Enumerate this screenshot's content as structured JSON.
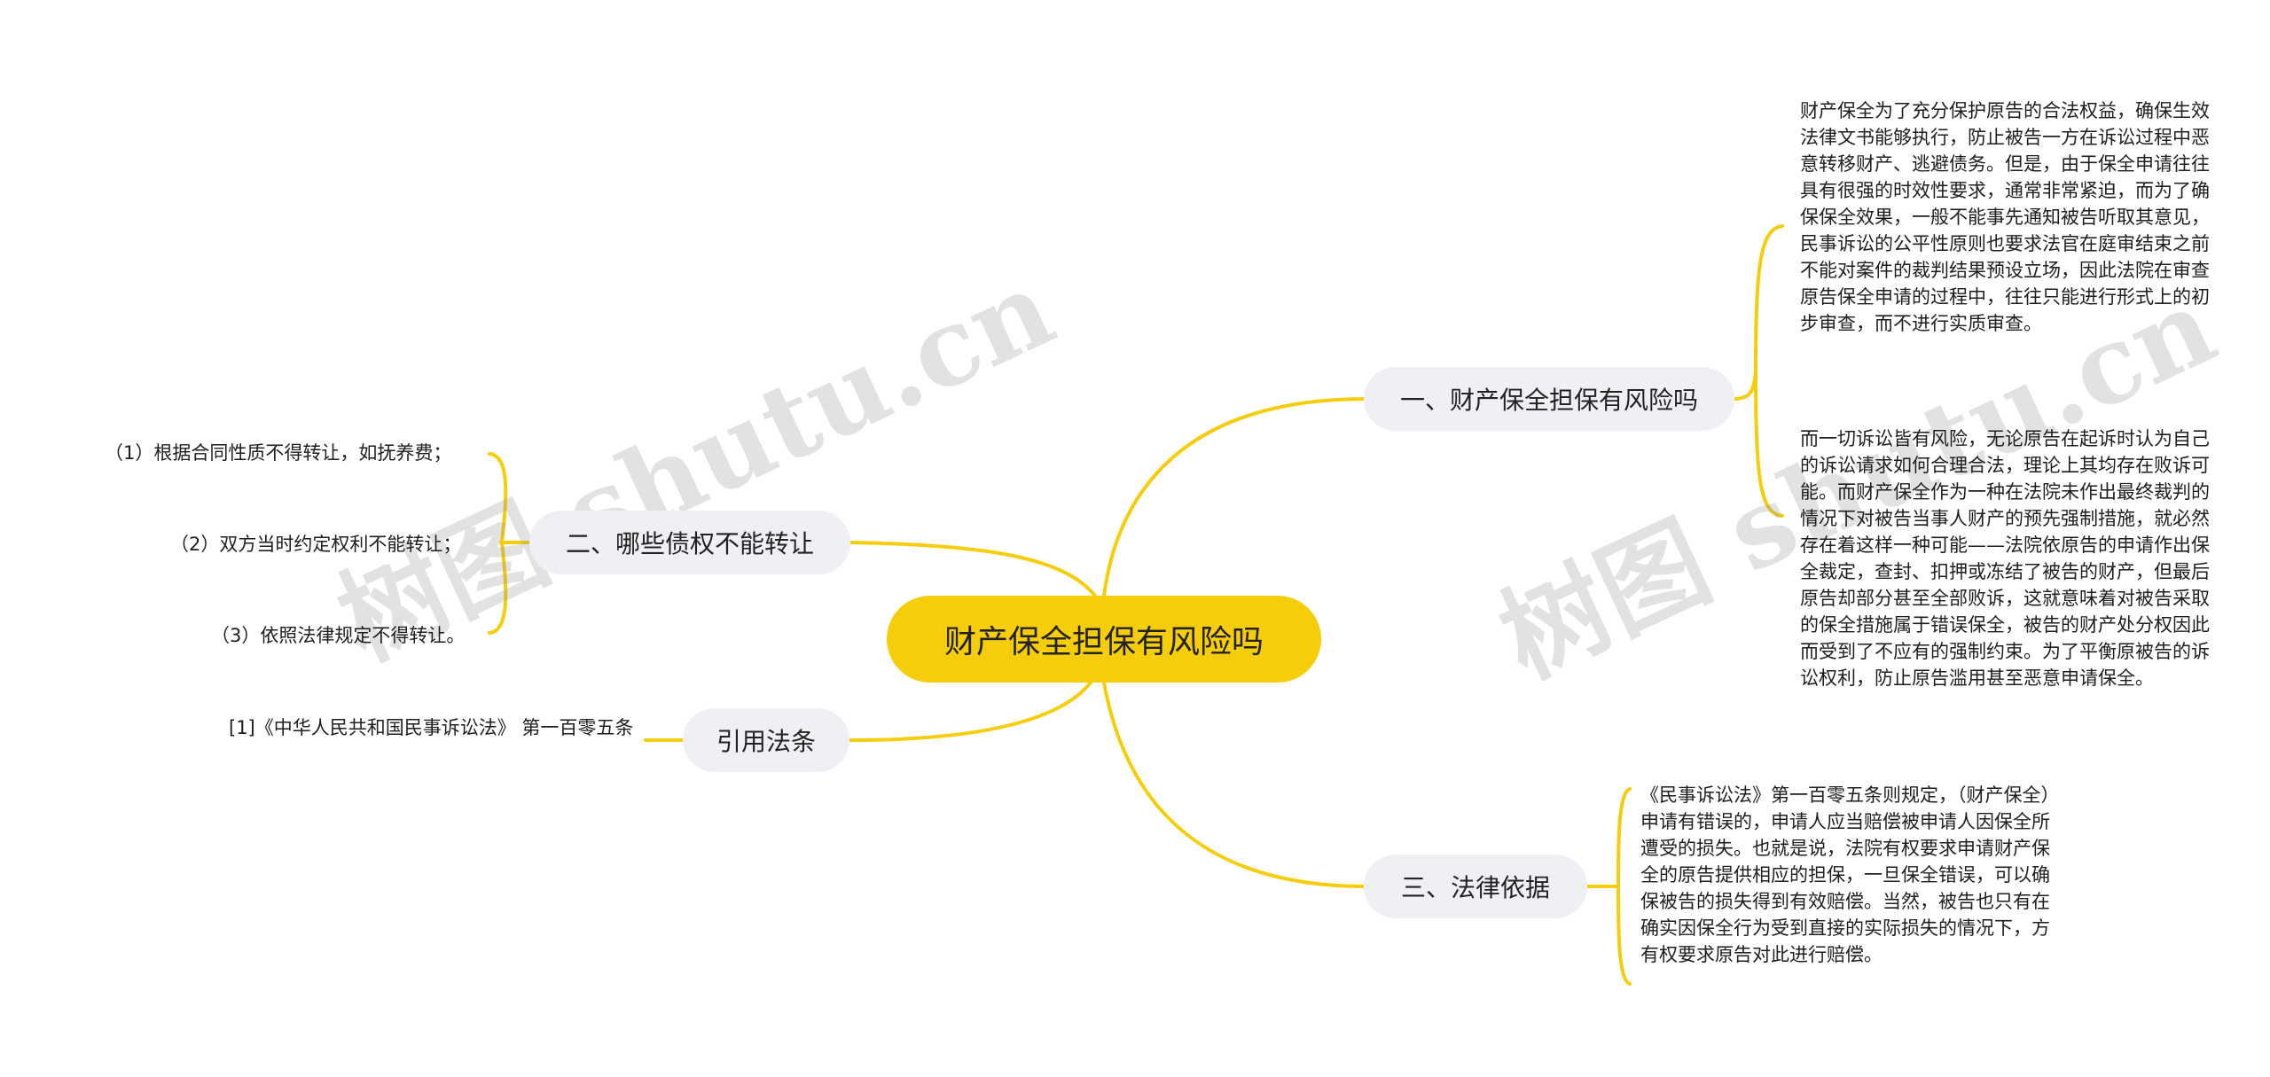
{
  "watermark": "树图 shutu.cn",
  "colors": {
    "branch": "#f6cd0b",
    "root_fill": "#f6cd0b",
    "node_fill": "#eef0f4"
  },
  "root": {
    "label": "财产保全担保有风险吗"
  },
  "branches": {
    "b1": {
      "label": "一、财产保全担保有风险吗",
      "paragraphs": [
        "财产保全为了充分保护原告的合法权益，确保生效法律文书能够执行，防止被告一方在诉讼过程中恶意转移财产、逃避债务。但是，由于保全申请往往具有很强的时效性要求，通常非常紧迫，而为了确保保全效果，一般不能事先通知被告听取其意见，民事诉讼的公平性原则也要求法官在庭审结束之前不能对案件的裁判结果预设立场，因此法院在审查原告保全申请的过程中，往往只能进行形式上的初步审查，而不进行实质审查。",
        "而一切诉讼皆有风险，无论原告在起诉时认为自己的诉讼请求如何合理合法，理论上其均存在败诉可能。而财产保全作为一种在法院未作出最终裁判的情况下对被告当事人财产的预先强制措施，就必然存在着这样一种可能——法院依原告的申请作出保全裁定，查封、扣押或冻结了被告的财产，但最后原告却部分甚至全部败诉，这就意味着对被告采取的保全措施属于错误保全，被告的财产处分权因此而受到了不应有的强制约束。为了平衡原被告的诉讼权利，防止原告滥用甚至恶意申请保全。"
      ]
    },
    "b2": {
      "label": "二、哪些债权不能转让",
      "items": [
        "（1）根据合同性质不得转让，如抚养费；",
        "（2）双方当时约定权利不能转让；",
        "（3）依照法律规定不得转让。"
      ]
    },
    "b3": {
      "label": "引用法条",
      "items": [
        "[1]《中华人民共和国民事诉讼法》 第一百零五条"
      ]
    },
    "b4": {
      "label": "三、法律依据",
      "paragraphs": [
        "《民事诉讼法》第一百零五条则规定，（财产保全）申请有错误的，申请人应当赔偿被申请人因保全所遭受的损失。也就是说，法院有权要求申请财产保全的原告提供相应的担保，一旦保全错误，可以确保被告的损失得到有效赔偿。当然，被告也只有在确实因保全行为受到直接的实际损失的情况下，方有权要求原告对此进行赔偿。"
      ]
    }
  }
}
